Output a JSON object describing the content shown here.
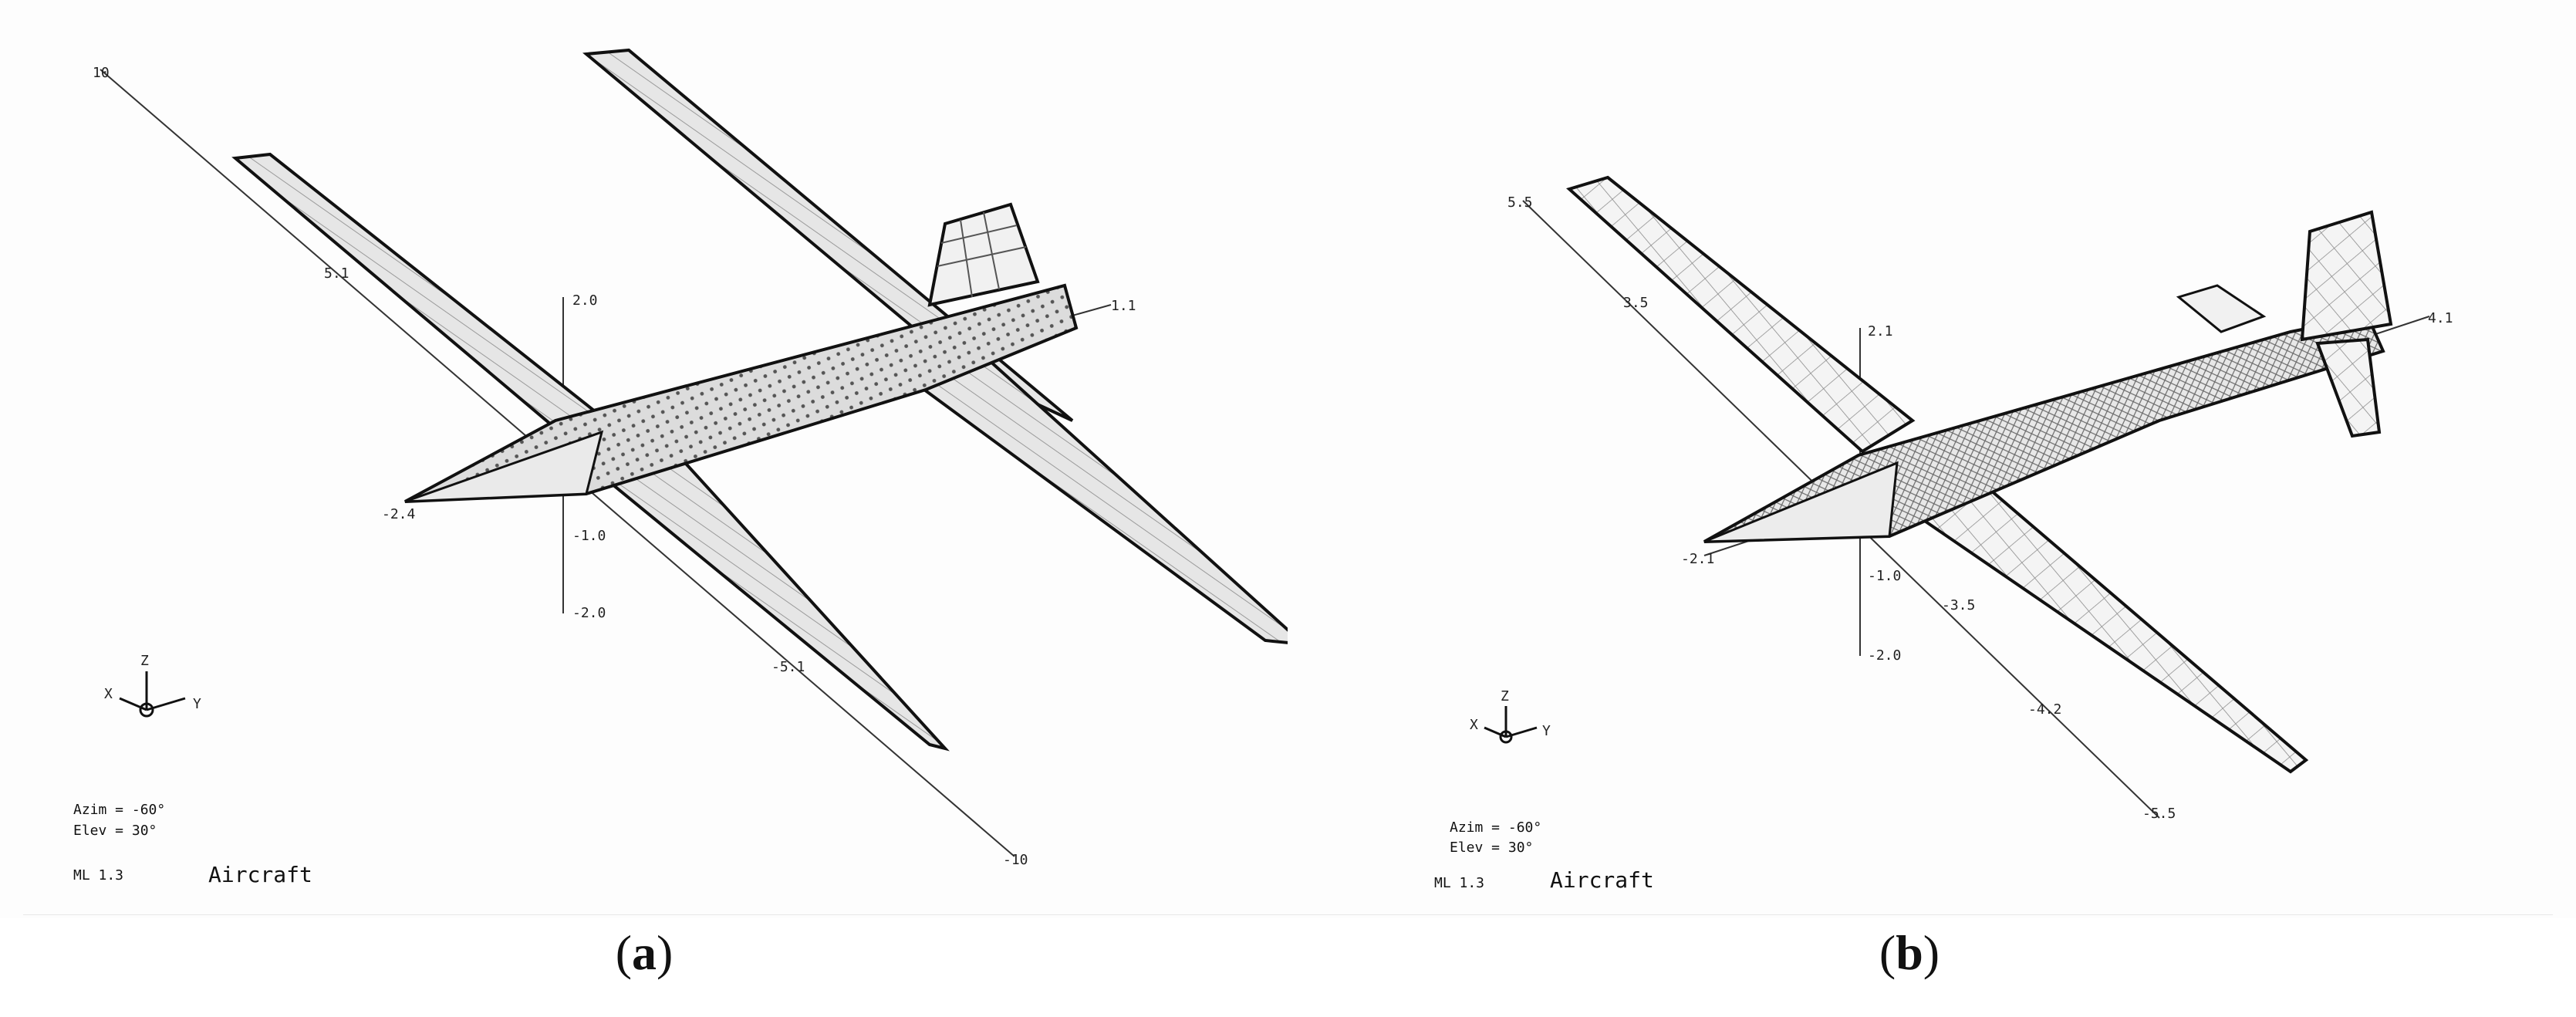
{
  "panels": [
    {
      "id": "a",
      "caption_letter": "a",
      "title": "Aircraft",
      "view_info": {
        "azim": "Azim = -60°",
        "elev": "Elev = 30°",
        "scale": "ML 1.3"
      },
      "axis_labels": {
        "x_end": "10",
        "x_start": "-10",
        "x_near_a": "5.1",
        "x_near_b": "-5.1",
        "y_pos": "1.1",
        "y_neg": "-2.4",
        "z_top": "2.0",
        "z_mid": "-1.0",
        "z_bot": "-2.0",
        "triad_z": "Z",
        "triad_x": "X",
        "triad_y": "Y"
      }
    },
    {
      "id": "b",
      "caption_letter": "b",
      "title": "Aircraft",
      "view_info": {
        "azim": "Azim = -60°",
        "elev": "Elev = 30°",
        "scale": "ML 1.3"
      },
      "axis_labels": {
        "x_end": "-5.5",
        "x_start": "5.5",
        "x_near_a": "3.5",
        "x_near_b": "-3.5",
        "x_near_c": "-4.2",
        "y_pos": "4.1",
        "y_neg": "-2.1",
        "z_top": "2.1",
        "z_mid": "-1.0",
        "z_bot": "-2.0",
        "triad_z": "Z",
        "triad_x": "X",
        "triad_y": "Y"
      }
    }
  ]
}
